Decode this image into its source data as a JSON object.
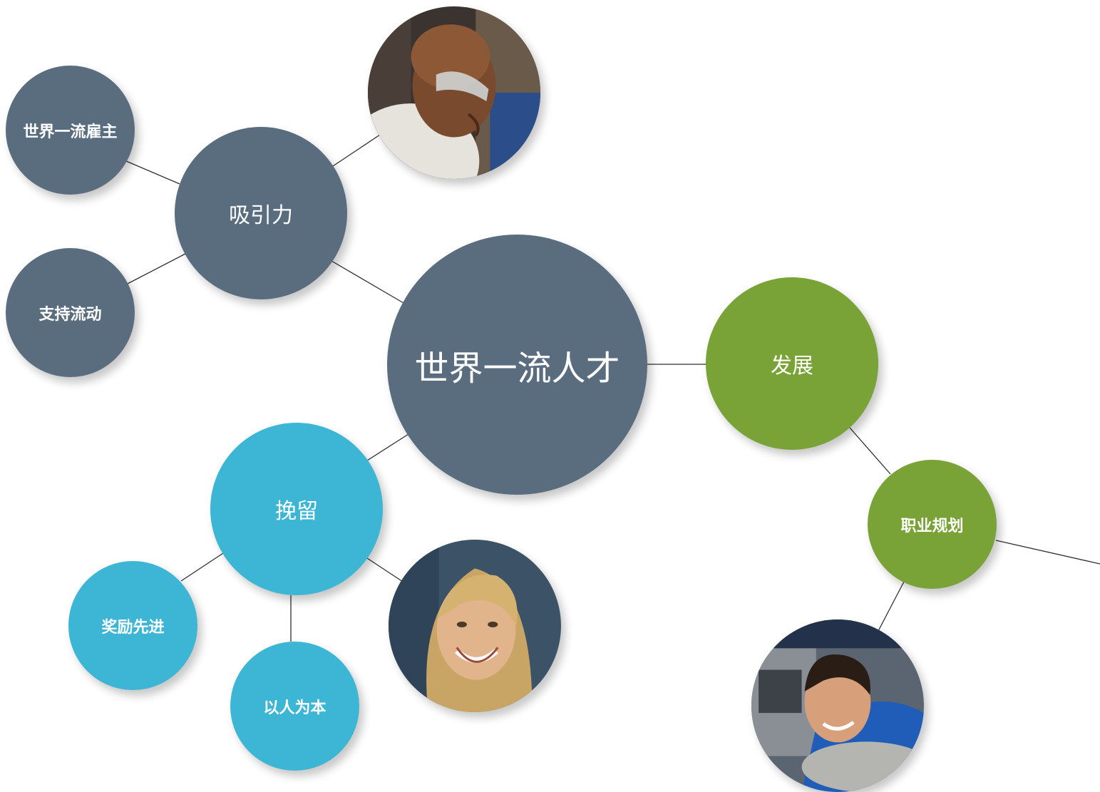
{
  "colors": {
    "slate": "#5a6d7f",
    "green": "#79a237",
    "cyan": "#3db6d5",
    "line": "#2f2f2f"
  },
  "diagram": {
    "center": {
      "label": "世界一流人才",
      "color": "slate"
    },
    "attraction": {
      "label": "吸引力",
      "color": "slate"
    },
    "employer": {
      "label": "世界一流雇主",
      "color": "slate"
    },
    "mobility": {
      "label": "支持流动",
      "color": "slate"
    },
    "development": {
      "label": "发展",
      "color": "green"
    },
    "career": {
      "label": "职业规划",
      "color": "green"
    },
    "retention": {
      "label": "挽留",
      "color": "cyan"
    },
    "reward": {
      "label": "奖励先进",
      "color": "cyan"
    },
    "people": {
      "label": "以人为本",
      "color": "cyan"
    }
  },
  "photos": {
    "scientist": "scientist-with-safety-goggles-photo",
    "woman": "smiling-blonde-woman-photo",
    "man": "smiling-young-man-photo"
  }
}
